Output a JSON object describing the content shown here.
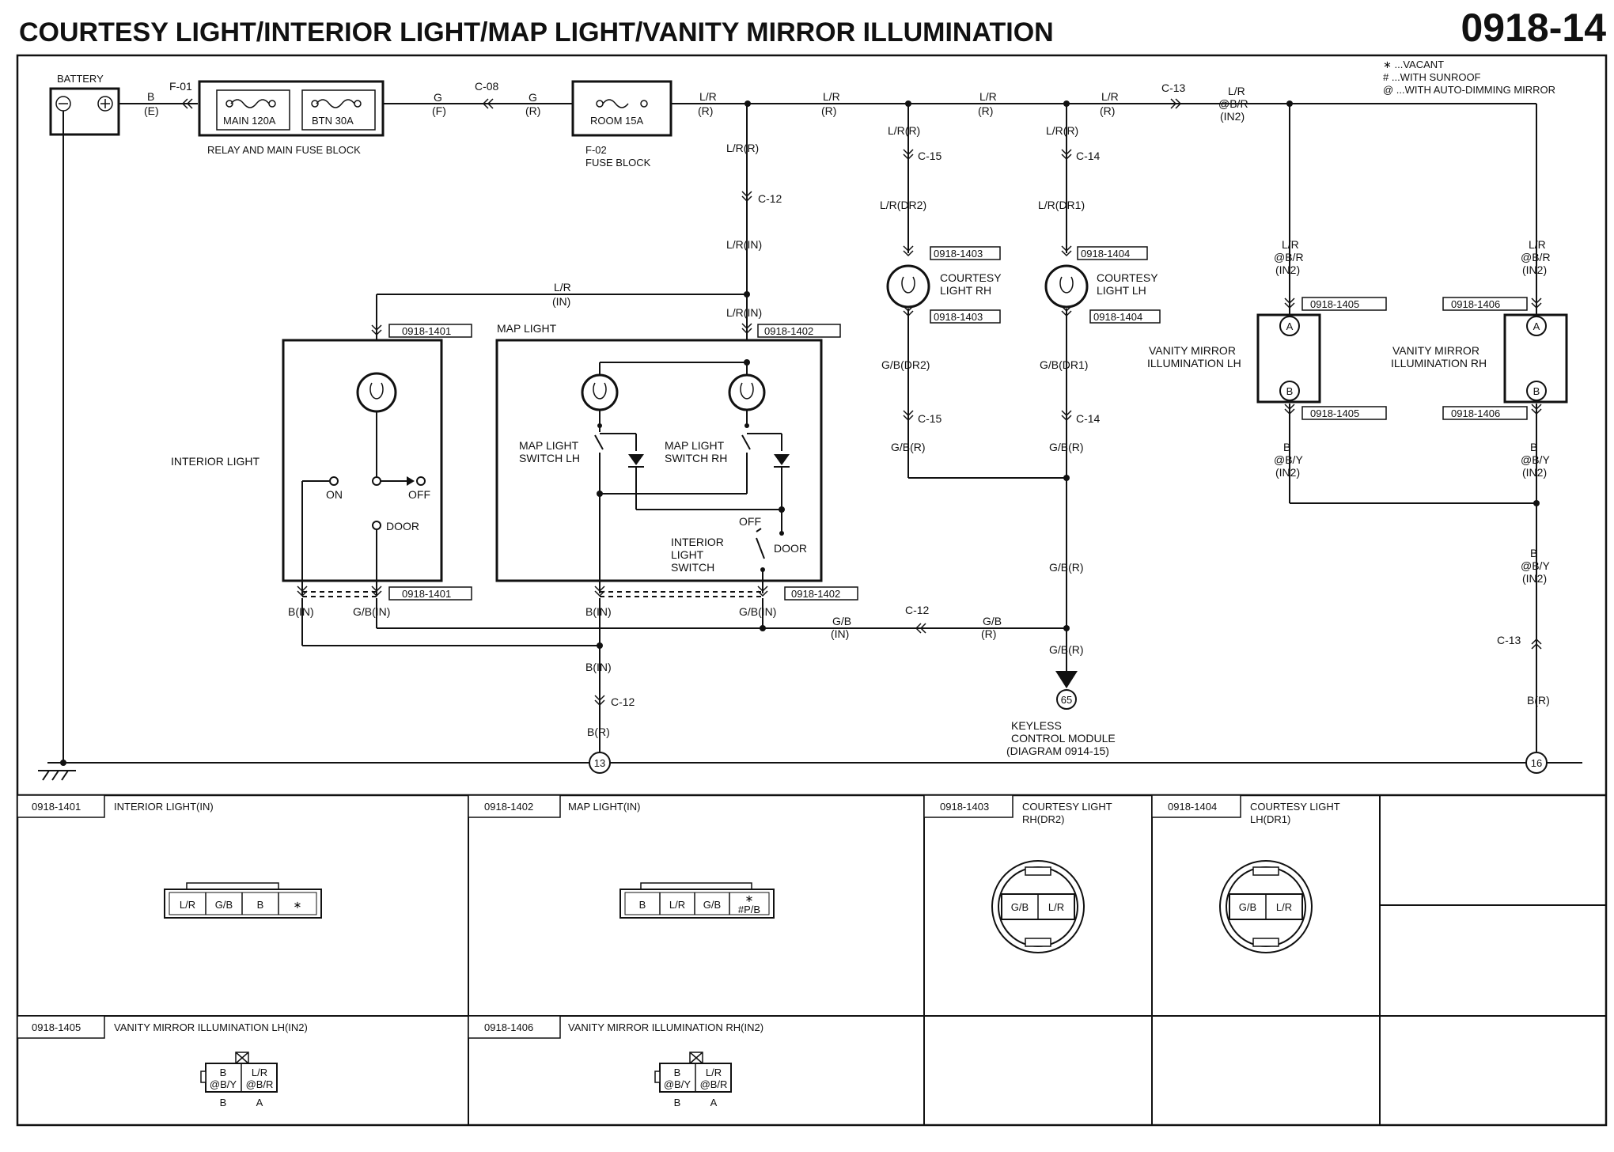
{
  "header": {
    "title": "COURTESY LIGHT/INTERIOR LIGHT/MAP LIGHT/VANITY MIRROR ILLUMINATION",
    "number": "0918-14"
  },
  "legend": [
    "∗ ...VACANT",
    "# ...WITH SUNROOF",
    "@ ...WITH AUTO-DIMMING MIRROR"
  ],
  "labels": {
    "battery": "BATTERY",
    "b_e_top": "B",
    "b_e_bot": "(E)",
    "f01": "F-01",
    "main": "MAIN 120A",
    "btn": "BTN 30A",
    "relay_block": "RELAY AND MAIN FUSE BLOCK",
    "g_f_top": "G",
    "g_f_bot": "(F)",
    "c08": "C-08",
    "g_r_top": "G",
    "g_r_bot": "(R)",
    "room": "ROOM 15A",
    "f02": "F-02",
    "fuse_block": "FUSE BLOCK",
    "lr": "L/R",
    "r": "(R)",
    "lrr": "L/R(R)",
    "c13": "C-13",
    "lr2": "L/R",
    "bbr": "@B/R",
    "in2": "(IN2)",
    "c12": "C-12",
    "lrin": "L/R(IN)",
    "in": "(IN)",
    "c15": "C-15",
    "c14": "C-14",
    "lrdr2": "L/R(DR2)",
    "lrdr1": "L/R(DR1)",
    "conn1401": "0918-1401",
    "conn1402": "0918-1402",
    "conn1403": "0918-1403",
    "conn1404": "0918-1404",
    "conn1405": "0918-1405",
    "conn1406": "0918-1406",
    "courtesy_rh_1": "COURTESY",
    "courtesy_rh_2": "LIGHT RH",
    "courtesy_lh_1": "COURTESY",
    "courtesy_lh_2": "LIGHT LH",
    "gbdr2": "G/B(DR2)",
    "gbdr1": "G/B(DR1)",
    "gbr": "G/B(R)",
    "vanity_lh_1": "VANITY MIRROR",
    "vanity_lh_2": "ILLUMINATION LH",
    "vanity_rh_1": "VANITY MIRROR",
    "vanity_rh_2": "ILLUMINATION RH",
    "pin_a": "A",
    "pin_b": "B",
    "bby": "@B/Y",
    "b": "B",
    "map_light": "MAP LIGHT",
    "interior_light": "INTERIOR LIGHT",
    "on": "ON",
    "off": "OFF",
    "door": "DOOR",
    "msw_lh_1": "MAP LIGHT",
    "msw_lh_2": "SWITCH LH",
    "msw_rh_1": "MAP LIGHT",
    "msw_rh_2": "SWITCH RH",
    "ils_1": "INTERIOR",
    "ils_2": "LIGHT",
    "ils_3": "SWITCH",
    "bin": "B(IN)",
    "gbin": "G/B(IN)",
    "gb": "G/B",
    "br": "B(R)",
    "g65": "65",
    "g13": "13",
    "g16": "16",
    "kcm_1": "KEYLESS",
    "kcm_2": "CONTROL MODULE",
    "kcm_3": "(DIAGRAM 0914-15)"
  },
  "connector_table": [
    {
      "code": "0918-1401",
      "name": "INTERIOR LIGHT(IN)",
      "pins": [
        "L/R",
        "G/B",
        "B",
        "∗"
      ]
    },
    {
      "code": "0918-1402",
      "name": "MAP LIGHT(IN)",
      "pins": [
        "B",
        "L/R",
        "G/B",
        "∗",
        "#P/B"
      ]
    },
    {
      "code": "0918-1403",
      "name_1": "COURTESY LIGHT",
      "name_2": "RH(DR2)",
      "pins": [
        "G/B",
        "L/R"
      ]
    },
    {
      "code": "0918-1404",
      "name_1": "COURTESY LIGHT",
      "name_2": "LH(DR1)",
      "pins": [
        "G/B",
        "L/R"
      ]
    },
    {
      "code": "0918-1405",
      "name": "VANITY MIRROR ILLUMINATION LH(IN2)",
      "pins": [
        "B",
        "@B/Y",
        "L/R",
        "@B/R"
      ],
      "side": [
        "B",
        "A"
      ]
    },
    {
      "code": "0918-1406",
      "name": "VANITY MIRROR ILLUMINATION RH(IN2)",
      "pins": [
        "B",
        "@B/Y",
        "L/R",
        "@B/R"
      ],
      "side": [
        "B",
        "A"
      ]
    }
  ]
}
